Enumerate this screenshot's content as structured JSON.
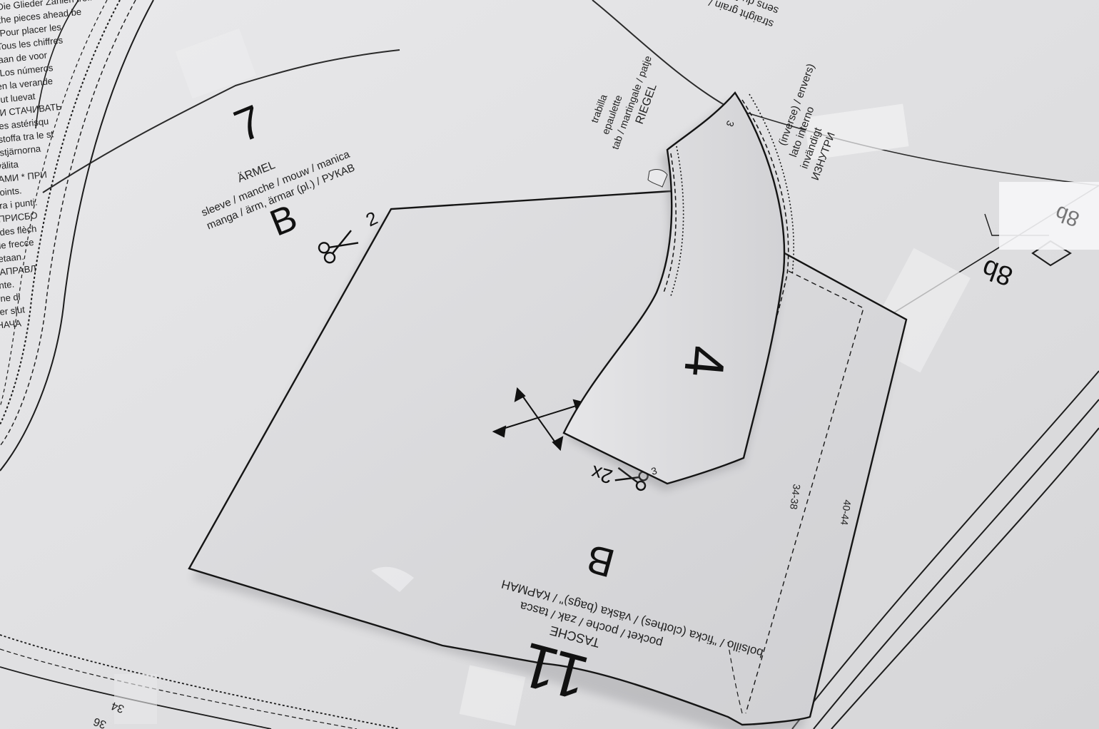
{
  "scene": {
    "description_colors": {
      "paper": "#e4e4e6",
      "paper_shadow": "#b9b9bc",
      "ink": "#1a1a1a",
      "tape": "#f4f4f6"
    }
  },
  "sleeve_piece": {
    "number": "7",
    "title": "ÄRMEL",
    "line1": "sleeve / manche / mouw / manica",
    "line2": "manga / ärm, ärmar (pl.) / РУКАВ",
    "size_letter": "B",
    "cut_count": "2"
  },
  "tab_piece": {
    "title": "RIEGEL",
    "line1": "tab / martingale / patje",
    "line2": "epaulette",
    "line3": "trabilla",
    "number": "4",
    "corner_mark_top": "3",
    "corner_mark_bottom": "3"
  },
  "right_side_text": {
    "line1": "(inverse) / envers)",
    "line2": "lato interno",
    "line3": "invändigt",
    "line4": "ИЗНУТРИ",
    "straight_grain": "straight grain /",
    "sens": "sens du fil /"
  },
  "pocket_piece": {
    "number": "11",
    "title": "TASCHE",
    "line1": "pocket / poche / zak / tasca",
    "line2": "bolsillo / \"ficka (clothes) / väska (bags)\" / КАРМАН",
    "size_letter": "B",
    "cut_count": "2x",
    "size_range_a": "34-38",
    "size_range_b": "40-44"
  },
  "right_marker": {
    "top_label": "8b",
    "bottom_label": "8b"
  },
  "bottom_sizes": {
    "a": "34",
    "b": "36"
  },
  "left_instructions": [
    "Die Glieder Zahlen treff",
    "the pieces ahead be",
    "Pour placer les",
    "Tous les chiffres",
    "aan de voor",
    "Los números",
    "en la verande",
    "lut luevat",
    "И СТАЧИВАТЬ",
    "les astérisqu",
    "stoffa tra le st",
    "stjärnorna",
    "välita",
    "АМИ * ПРИ",
    "oints.",
    "tra i punti.",
    "ПРИСБО",
    "des flèch",
    "lle frecce",
    "etaan.",
    "АПРАВЛ",
    "inte.",
    "ine di",
    "er slut",
    "НАЧА"
  ]
}
